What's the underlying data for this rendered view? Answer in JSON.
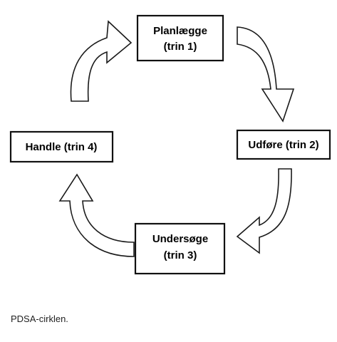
{
  "diagram": {
    "steps": {
      "plan": {
        "line1": "Planlægge",
        "line2": "(trin 1)"
      },
      "do": {
        "line1": "Udføre (trin 2)"
      },
      "study": {
        "line1": "Undersøge",
        "line2": "(trin 3)"
      },
      "act": {
        "line1": "Handle (trin 4)"
      }
    }
  },
  "caption": "PDSA-cirklen."
}
